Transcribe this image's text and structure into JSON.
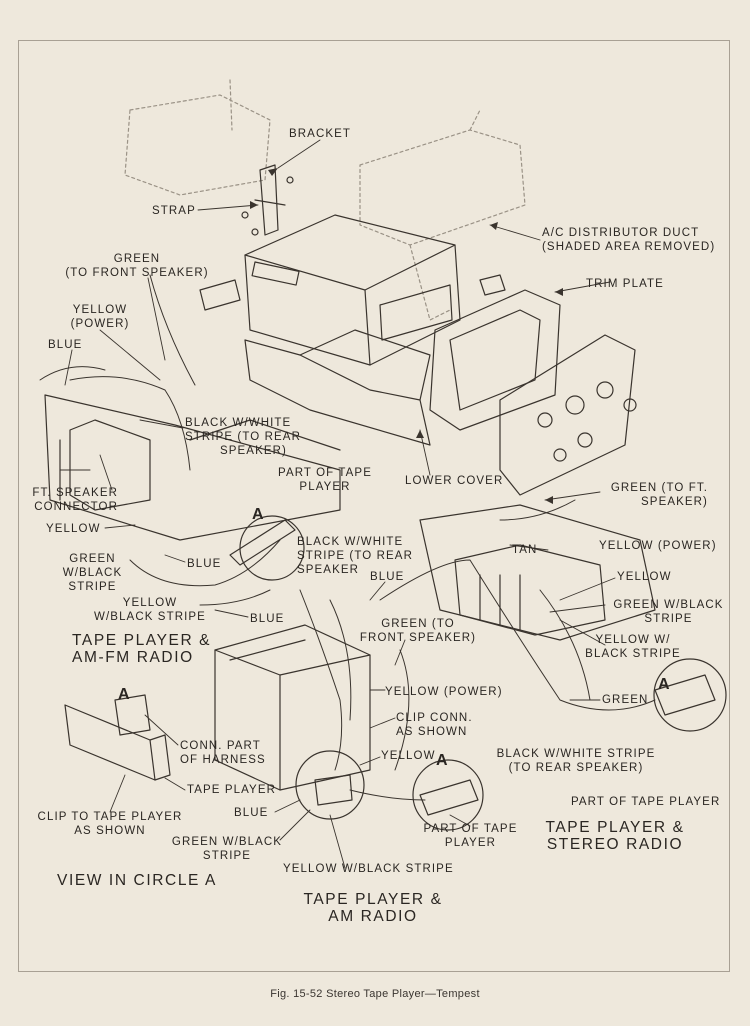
{
  "labels": {
    "bracket": "BRACKET",
    "strap": "STRAP",
    "ac_duct": [
      "A/C DISTRIBUTOR DUCT",
      "(SHADED AREA REMOVED)"
    ],
    "green_front_speaker": [
      "GREEN",
      "(TO FRONT SPEAKER)"
    ],
    "trim_plate": "TRIM PLATE",
    "yellow_power_left": [
      "YELLOW",
      "(POWER)"
    ],
    "blue_left": "BLUE",
    "black_white_rear_left": [
      "BLACK W/WHITE",
      "STRIPE (TO REAR",
      "SPEAKER)"
    ],
    "part_of_tape_player_top": [
      "PART OF TAPE",
      "PLAYER"
    ],
    "lower_cover": "LOWER COVER",
    "green_ft_speaker_right": [
      "GREEN (TO FT.",
      "SPEAKER)"
    ],
    "ft_speaker_connector": [
      "FT. SPEAKER",
      "CONNECTOR"
    ],
    "yellow_left": "YELLOW",
    "green_black_left": [
      "GREEN",
      "W/BLACK",
      "STRIPE"
    ],
    "blue_center_left": "BLUE",
    "black_white_center": [
      "BLACK W/WHITE",
      "STRIPE (TO REAR",
      "SPEAKER"
    ],
    "tan": "TAN",
    "yellow_power_right": "YELLOW (POWER)",
    "yellow_right": "YELLOW",
    "yellow_black_left": [
      "YELLOW",
      "W/BLACK STRIPE"
    ],
    "blue_left_bottom": "BLUE",
    "blue_center": "BLUE",
    "green_black_right": [
      "GREEN W/BLACK",
      "STRIPE"
    ],
    "green_front_speaker_center": [
      "GREEN (TO",
      "FRONT SPEAKER)"
    ],
    "yellow_black_right": [
      "YELLOW W/",
      "BLACK STRIPE"
    ],
    "yellow_power_center": "YELLOW (POWER)",
    "green_right": "GREEN",
    "clip_conn": [
      "CLIP CONN.",
      "AS SHOWN"
    ],
    "yellow_center": "YELLOW",
    "conn_part_harness": [
      "CONN. PART",
      "OF HARNESS"
    ],
    "black_white_rear_right": [
      "BLACK W/WHITE STRIPE",
      "(TO REAR SPEAKER)"
    ],
    "tape_player_small": "TAPE PLAYER",
    "part_of_tape_player_right": "PART OF TAPE PLAYER",
    "blue_bottom": "BLUE",
    "clip_to_tape_player": [
      "CLIP TO TAPE PLAYER",
      "AS SHOWN"
    ],
    "part_of_tape_player_bottom": [
      "PART OF TAPE",
      "PLAYER"
    ],
    "green_black_bottom": [
      "GREEN W/BLACK",
      "STRIPE"
    ],
    "yellow_black_bottom": "YELLOW W/BLACK STRIPE"
  },
  "titles": {
    "tape_am_fm": [
      "TAPE PLAYER &",
      "AM-FM RADIO"
    ],
    "tape_stereo": [
      "TAPE PLAYER &",
      "STEREO RADIO"
    ],
    "view_circle": "VIEW IN CIRCLE A",
    "tape_am": [
      "TAPE PLAYER &",
      "AM RADIO"
    ]
  },
  "circle_letters": [
    "A",
    "A",
    "A",
    "A"
  ],
  "caption": "Fig. 15-52   Stereo Tape Player—Tempest"
}
